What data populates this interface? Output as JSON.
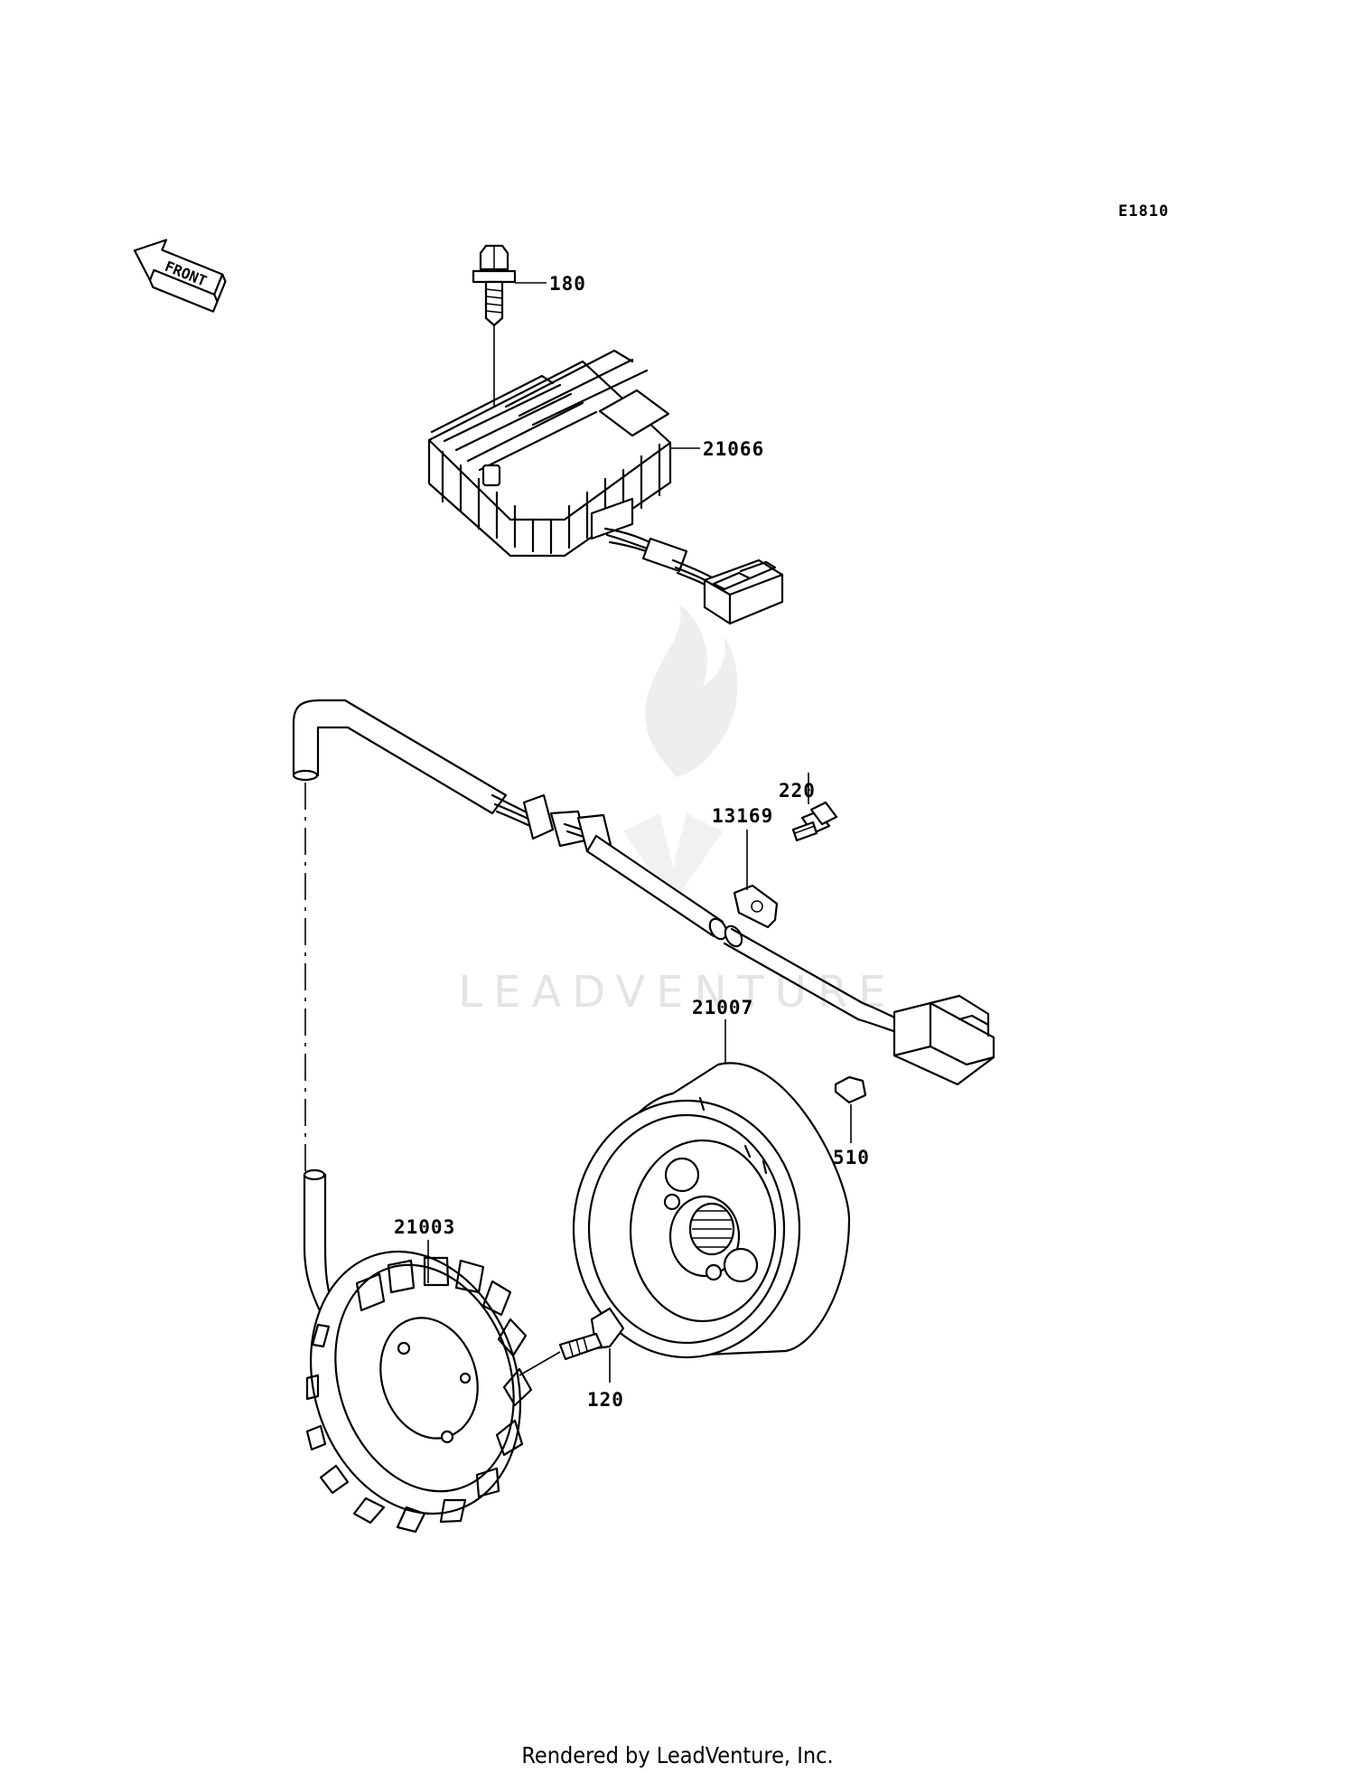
{
  "diagram_code": "E1810",
  "orientation_label": "FRONT",
  "watermark": "LEADVENTURE",
  "footer": "Rendered by LeadVenture, Inc.",
  "callouts": {
    "p180": "180",
    "p21066": "21066",
    "p220": "220",
    "p13169": "13169",
    "p21007": "21007",
    "p510": "510",
    "p21003": "21003",
    "p120": "120"
  },
  "icons": [
    "front-arrow-icon",
    "leadventure-flame-logo-icon"
  ]
}
